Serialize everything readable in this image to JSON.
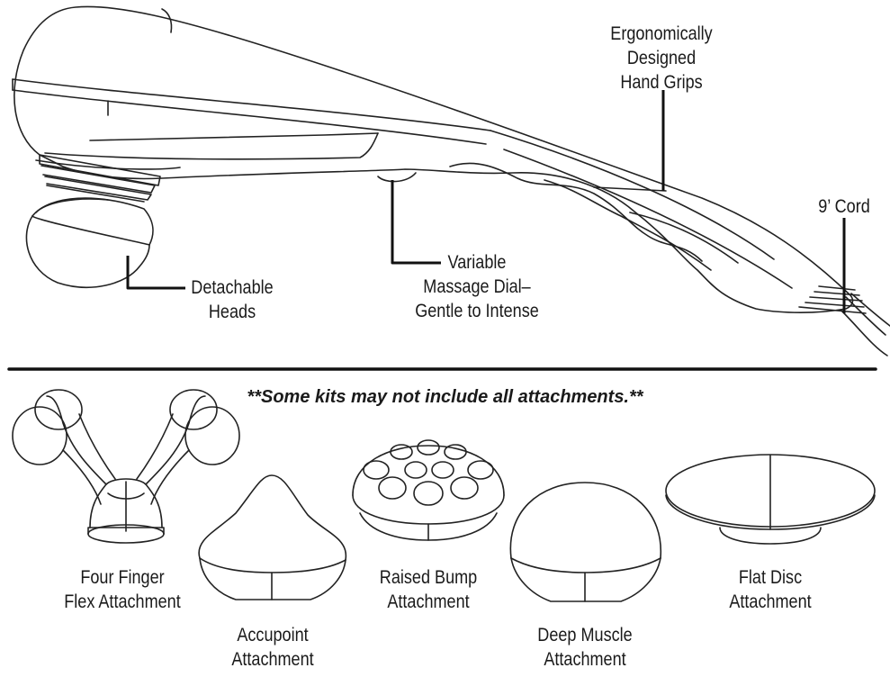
{
  "labels": {
    "grips": [
      "Ergonomically",
      "Designed",
      "Hand Grips"
    ],
    "cord": [
      "9’ Cord"
    ],
    "dial": [
      "Variable",
      "Massage Dial–",
      "Gentle to Intense"
    ],
    "heads": [
      "Detachable",
      "Heads"
    ]
  },
  "note": "**Some kits may not include all attachments.**",
  "attachments": [
    [
      "Four Finger",
      "Flex Attachment"
    ],
    [
      "Accupoint",
      "Attachment"
    ],
    [
      "Raised Bump",
      "Attachment"
    ],
    [
      "Deep Muscle",
      "Attachment"
    ],
    [
      "Flat Disc",
      "Attachment"
    ]
  ]
}
